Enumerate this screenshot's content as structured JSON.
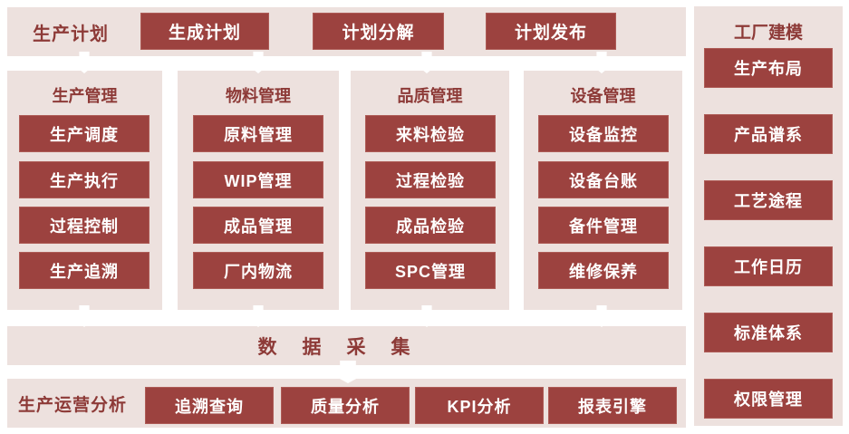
{
  "colors": {
    "accent_red": "#9C423F",
    "panel_pink": "#EDE1DE",
    "text_maroon": "#8D3A37",
    "button_text": "#FFFFFF"
  },
  "top_bar": {
    "label": "生产计划",
    "buttons": [
      "生成计划",
      "计划分解",
      "计划发布"
    ]
  },
  "columns": [
    {
      "title": "生产管理",
      "items": [
        "生产调度",
        "生产执行",
        "过程控制",
        "生产追溯"
      ]
    },
    {
      "title": "物料管理",
      "items": [
        "原料管理",
        "WIP管理",
        "成品管理",
        "厂内物流"
      ]
    },
    {
      "title": "品质管理",
      "items": [
        "来料检验",
        "过程检验",
        "成品检验",
        "SPC管理"
      ]
    },
    {
      "title": "设备管理",
      "items": [
        "设备监控",
        "设备台账",
        "备件管理",
        "维修保养"
      ]
    }
  ],
  "data_bar": {
    "label": "数据采集"
  },
  "bottom_bar": {
    "label": "生产运营分析",
    "buttons": [
      "追溯查询",
      "质量分析",
      "KPI分析",
      "报表引擎"
    ]
  },
  "right_panel": {
    "title": "工厂建模",
    "items": [
      "生产布局",
      "产品谱系",
      "工艺途程",
      "工作日历",
      "标准体系",
      "权限管理"
    ]
  }
}
